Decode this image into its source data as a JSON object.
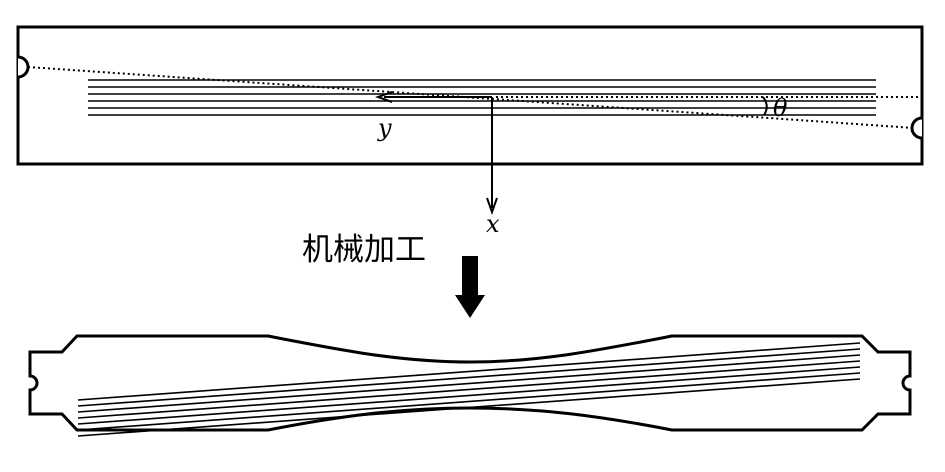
{
  "labels": {
    "y_axis": "y",
    "x_axis": "x",
    "angle": "θ",
    "process": "机械加工"
  },
  "colors": {
    "stroke": "#000000",
    "background": "#ffffff"
  },
  "icons": {
    "process_arrow": "down-arrow-icon",
    "notch": "semicircle-notch-icon"
  }
}
